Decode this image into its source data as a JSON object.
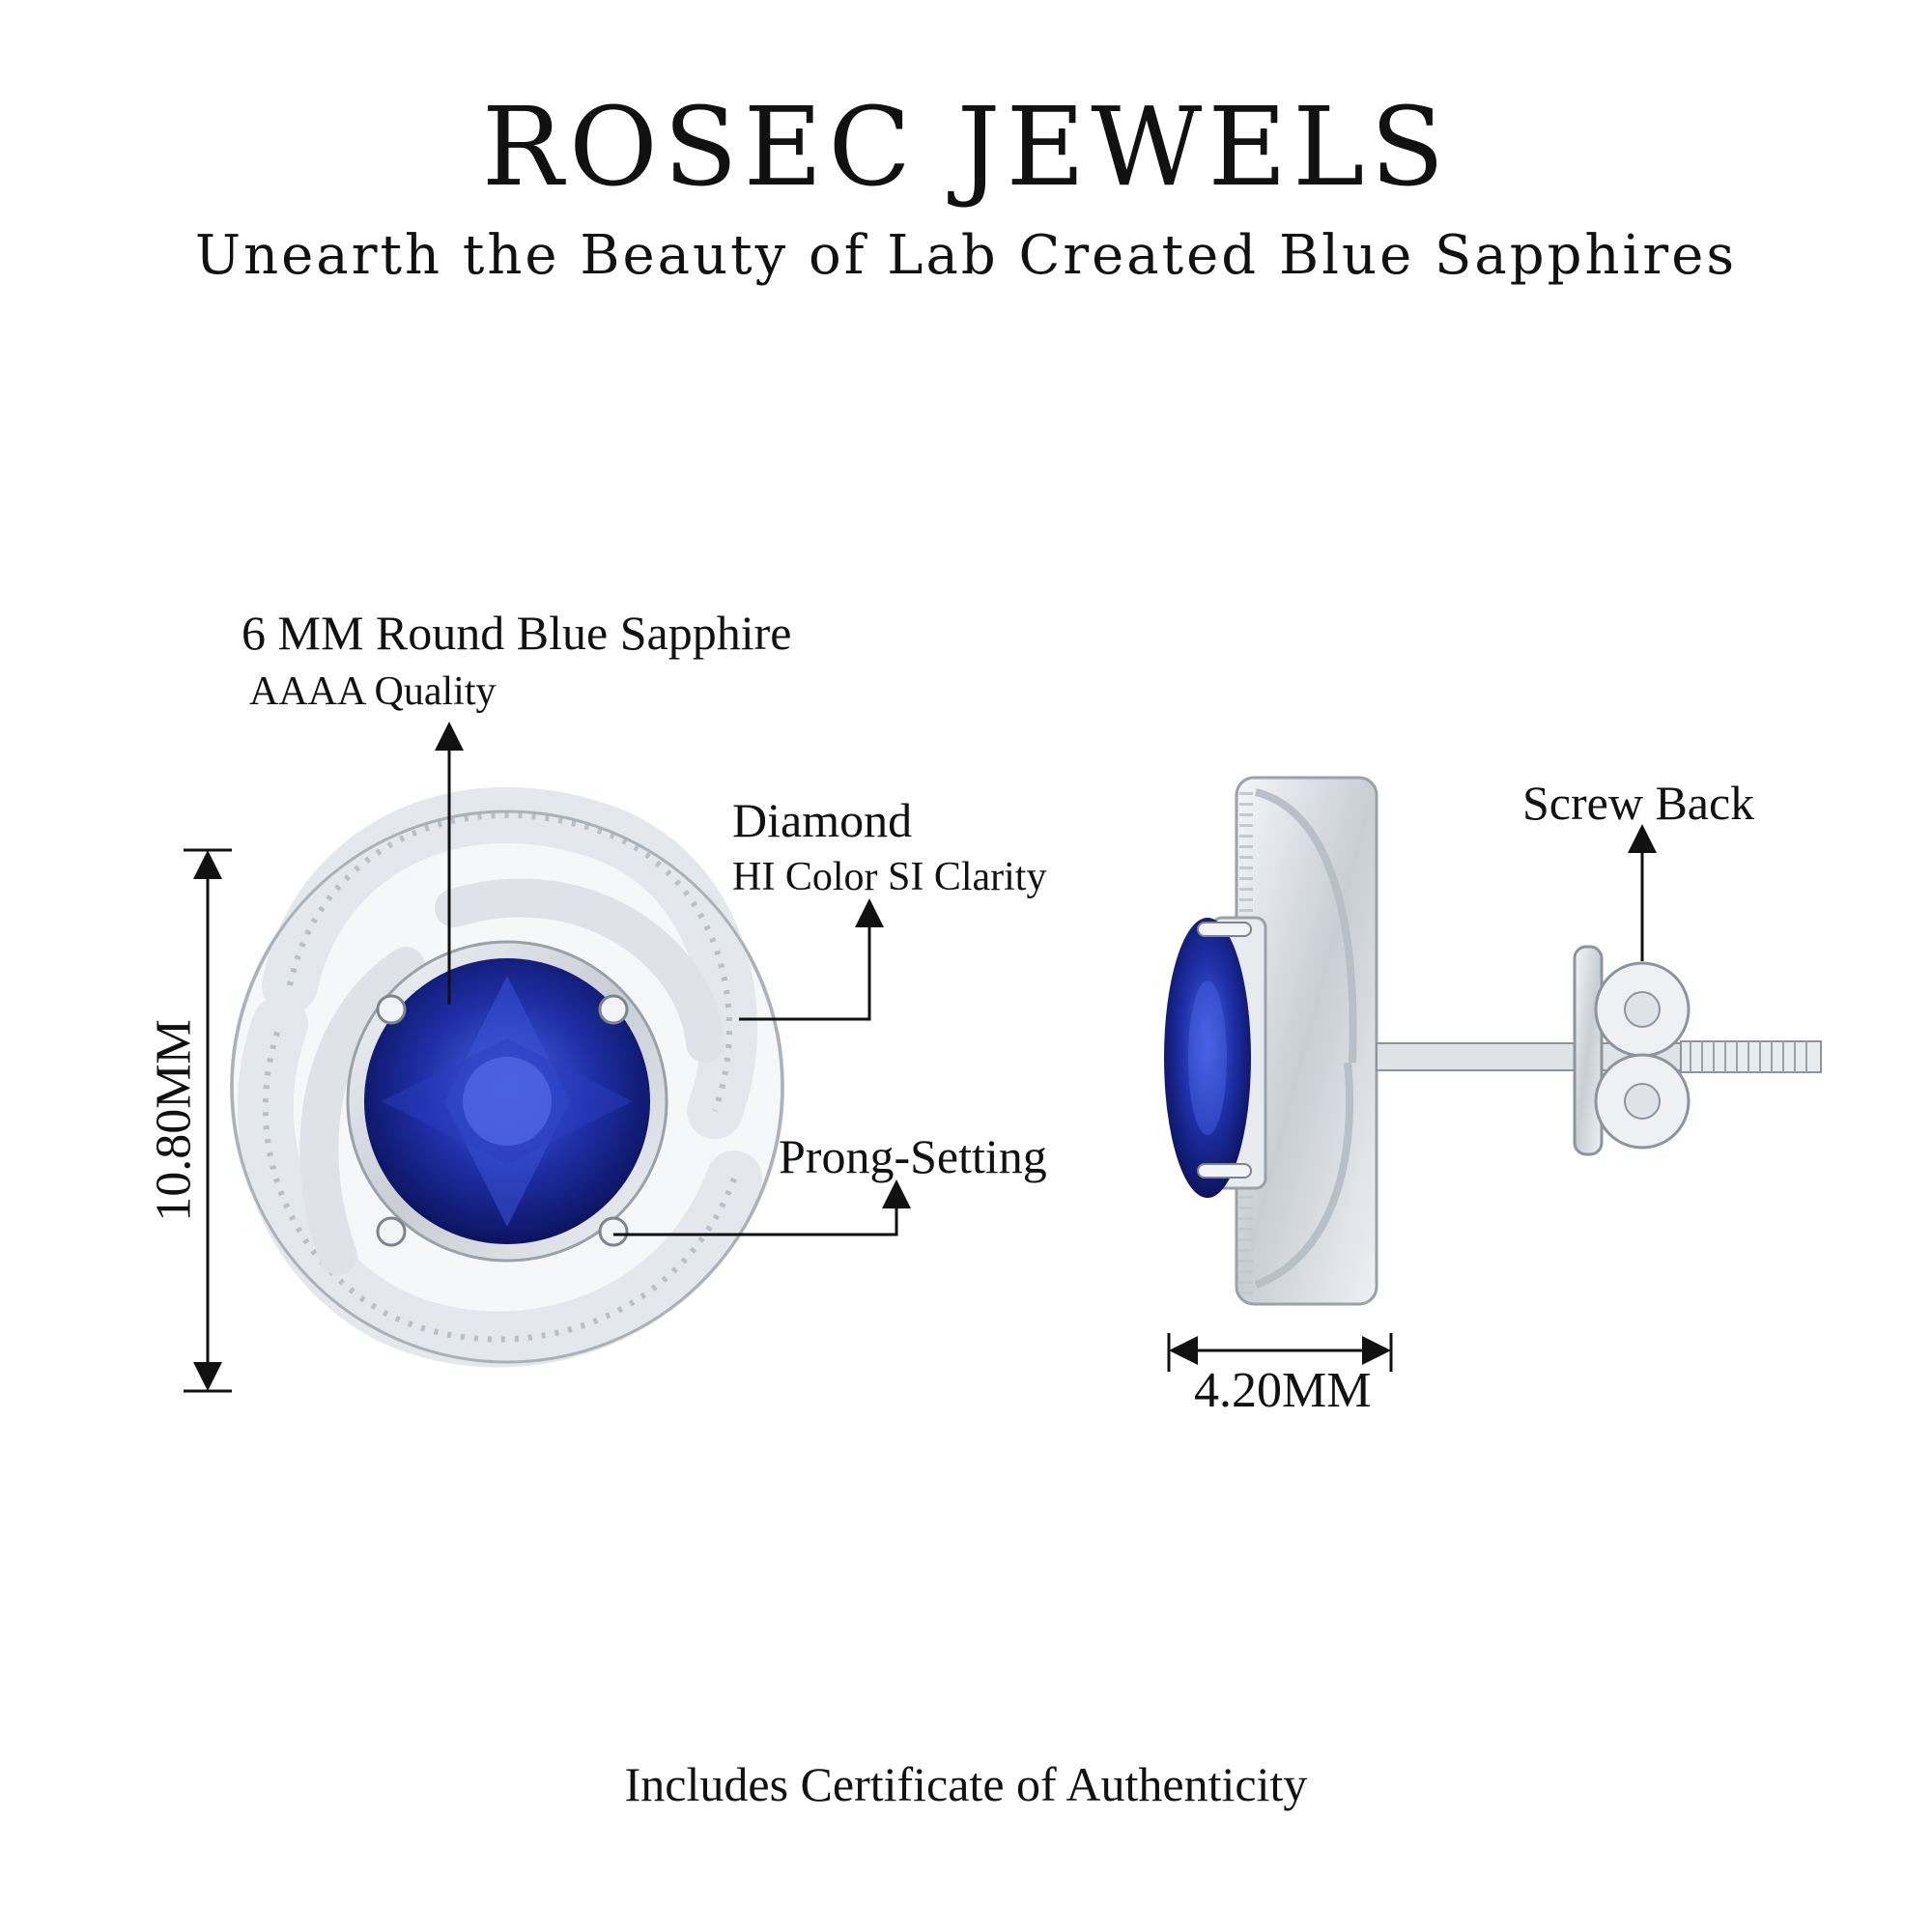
{
  "brand": {
    "name": "ROSEC JEWELS",
    "tagline": "Unearth the Beauty of Lab Created Blue Sapphires"
  },
  "annotations": {
    "center_stone": {
      "title": "6 MM Round Blue Sapphire",
      "subtitle": "AAAA Quality"
    },
    "diamond": {
      "title": "Diamond",
      "subtitle": "HI Color SI Clarity"
    },
    "setting": {
      "title": "Prong-Setting"
    },
    "back": {
      "title": "Screw Back"
    }
  },
  "dimensions": {
    "height": "10.80MM",
    "depth": "4.20MM"
  },
  "footer": {
    "text": "Includes Certificate of Authenticity"
  },
  "colors": {
    "sapphire": "#1b2b9a",
    "sapphire_light": "#3e55d8",
    "metal": "#d9dde2",
    "metal_dark": "#8d949c",
    "ink": "#111111"
  }
}
